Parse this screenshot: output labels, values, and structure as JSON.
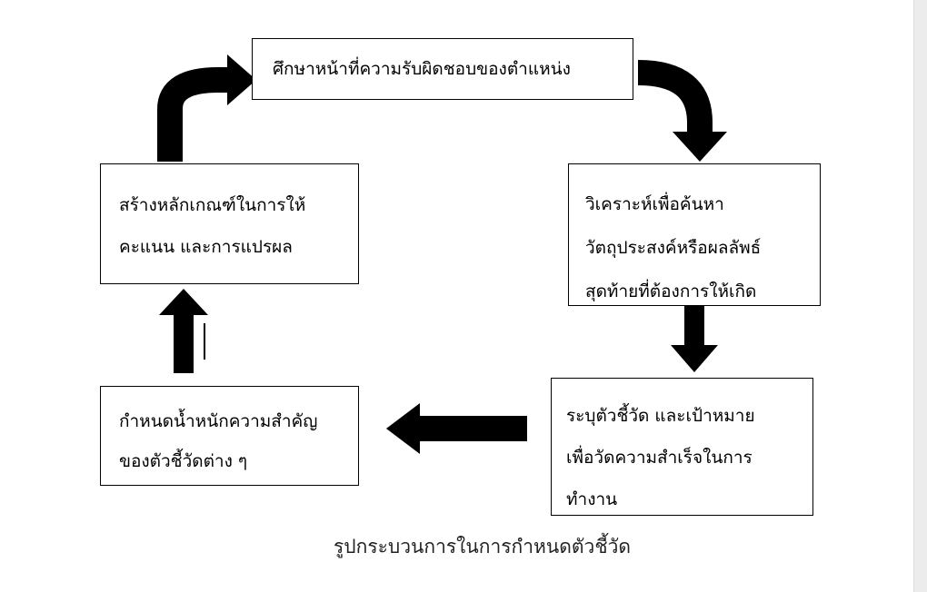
{
  "diagram": {
    "steps": {
      "study_duties": {
        "lines": [
          "ศึกษาหน้าที่ความรับผิดชอบของตำแหน่ง"
        ]
      },
      "analyze_purpose": {
        "lines": [
          "วิเคราะห์เพื่อค้นหา",
          "วัตถุประสงค์หรือผลลัพธ์",
          "สุดท้ายที่ต้องการให้เกิด"
        ]
      },
      "define_indicators": {
        "lines": [
          "ระบุตัวชี้วัด และเป้าหมาย",
          "เพื่อวัดความสำเร็จในการ",
          "ทำงาน"
        ]
      },
      "set_weights": {
        "lines": [
          "กำหนดน้ำหนักความสำคัญ",
          "ของตัวชี้วัดต่าง ๆ"
        ]
      },
      "create_criteria": {
        "lines": [
          "สร้างหลักเกณฑ์ในการให้",
          "คะแนน และการแปรผล"
        ]
      }
    },
    "caption": "รูปกระบวนการในการกำหนดตัวชี้วัด",
    "colors": {
      "arrow": "#000000",
      "box_border": "#000000",
      "background": "#ffffff"
    }
  }
}
